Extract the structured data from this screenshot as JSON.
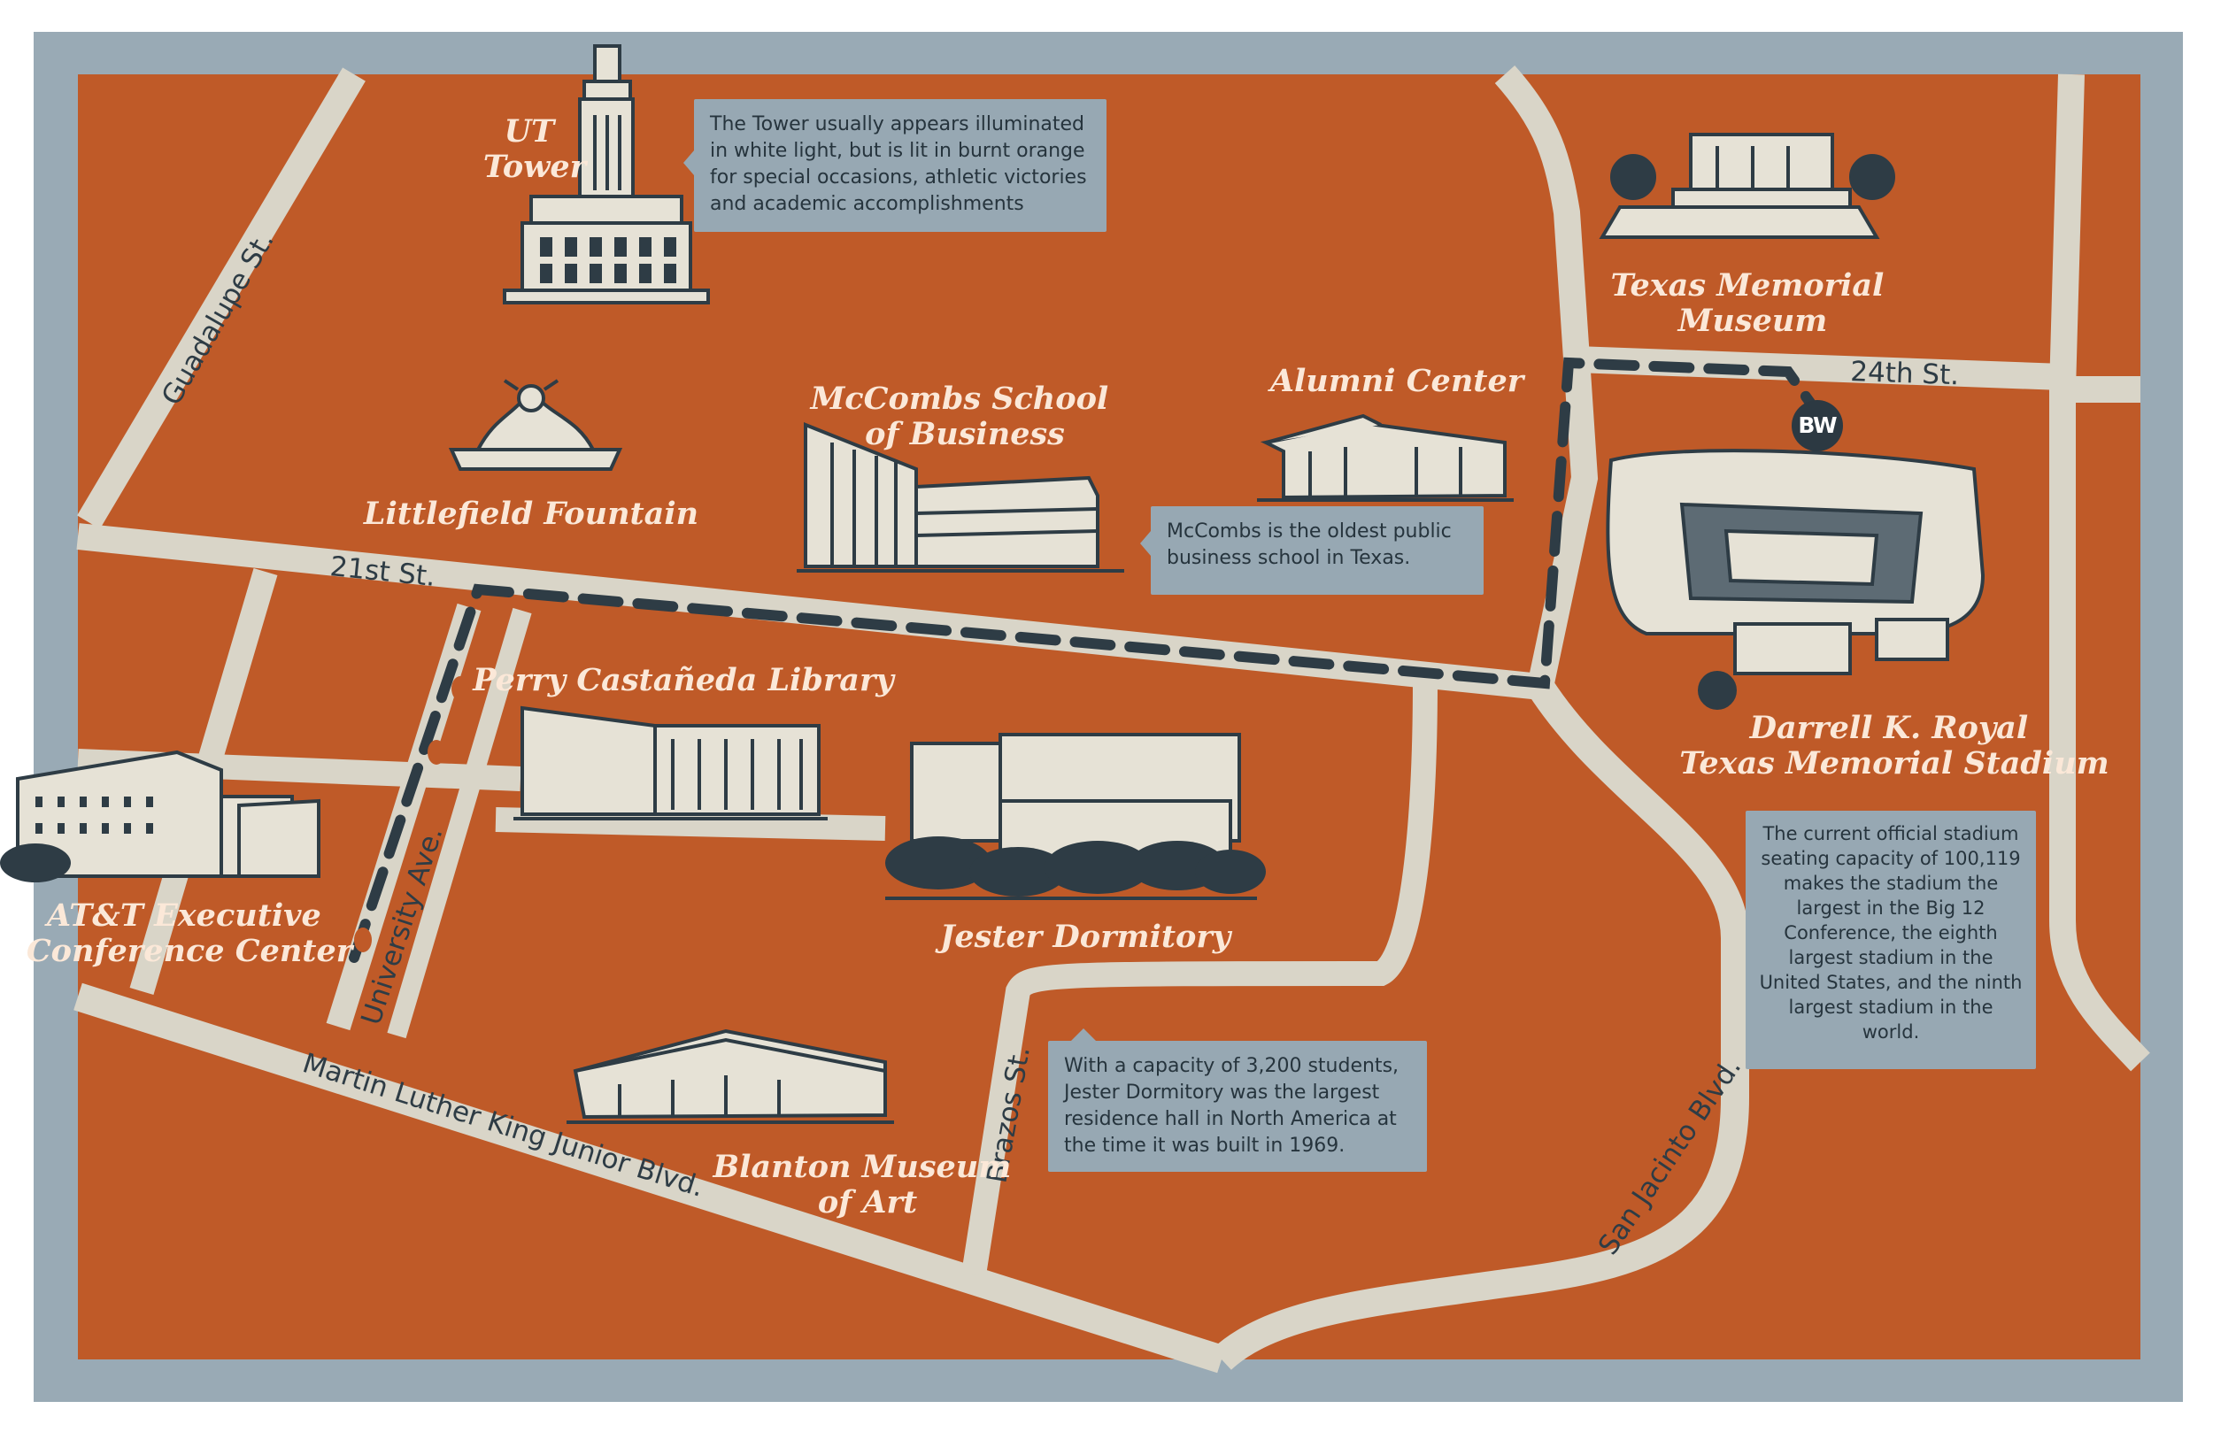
{
  "roads": {
    "guadalupe": "Guadalupe St.",
    "st21": "21st St.",
    "st24": "24th St.",
    "university": "University Ave.",
    "mlk": "Martin Luther King Junior Blvd.",
    "brazos": "Brazos St.",
    "san_jacinto": "San Jacinto Blvd."
  },
  "places": {
    "ut_tower": [
      "UT",
      "Tower"
    ],
    "littlefield": "Littlefield Fountain",
    "mccombs": [
      "McCombs School",
      "of Business"
    ],
    "alumni": "Alumni Center",
    "texas_memorial_museum": [
      "Texas Memorial",
      "Museum"
    ],
    "stadium": [
      "Darrell K. Royal",
      "Texas Memorial Stadium"
    ],
    "pcl": "Perry Castañeda Library",
    "jester": "Jester Dormitory",
    "att": [
      "AT&T Executive",
      "Conference Center"
    ],
    "blanton": [
      "Blanton Museum",
      "of Art"
    ]
  },
  "callouts": {
    "tower": "The Tower usually appears illuminated in white light, but is lit in burnt orange for special occasions, athletic victories and academic accomplishments",
    "mccombs": "McCombs is the oldest public business school in Texas.",
    "jester": "With a capacity of 3,200 students, Jester Dormitory was the largest residence hall in North America at the time it was built in 1969.",
    "stadium": "The current official stadium seating capacity of 100,119 makes the stadium the largest in the Big 12 Conference, the eighth largest stadium in the United States, and the ninth largest stadium in the world."
  },
  "hotel_badge": "BW",
  "colors": {
    "frame": "#99aab5",
    "land": "#bf5a28",
    "road": "#d9d5c8",
    "route": "#2e3c45",
    "label_light": "#fbe8d8",
    "callout_bg": "#97a8b3"
  }
}
